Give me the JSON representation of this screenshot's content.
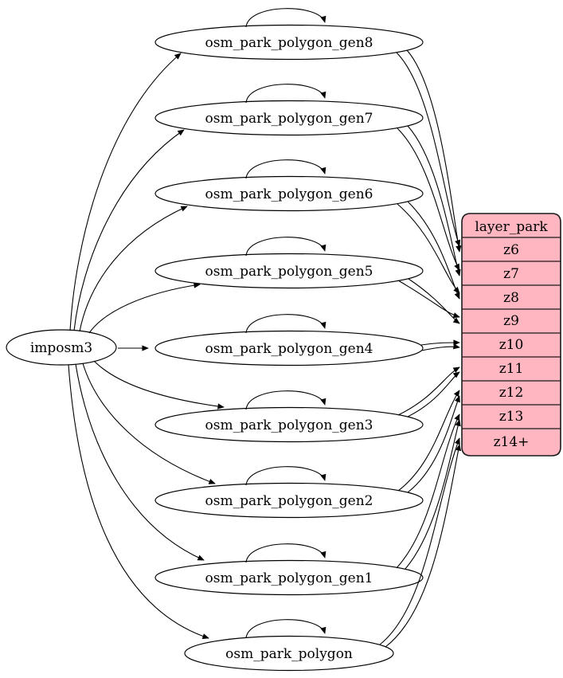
{
  "diagram": {
    "type": "etl-graph",
    "colors": {
      "background": "#ffffff",
      "node_fill": "#ffffff",
      "node_stroke": "#000000",
      "edge_color": "#000000",
      "layer_table_fill": "#ffb6c1"
    },
    "source_node": "imposm3",
    "table_nodes": [
      "osm_park_polygon_gen8",
      "osm_park_polygon_gen7",
      "osm_park_polygon_gen6",
      "osm_park_polygon_gen5",
      "osm_park_polygon_gen4",
      "osm_park_polygon_gen3",
      "osm_park_polygon_gen2",
      "osm_park_polygon_gen1",
      "osm_park_polygon"
    ],
    "layer_table": {
      "title": "layer_park",
      "rows": [
        "z6",
        "z7",
        "z8",
        "z9",
        "z10",
        "z11",
        "z12",
        "z13",
        "z14+"
      ]
    },
    "edges": {
      "from_source": [
        {
          "from": "imposm3",
          "to": "osm_park_polygon_gen8"
        },
        {
          "from": "imposm3",
          "to": "osm_park_polygon_gen7"
        },
        {
          "from": "imposm3",
          "to": "osm_park_polygon_gen6"
        },
        {
          "from": "imposm3",
          "to": "osm_park_polygon_gen5"
        },
        {
          "from": "imposm3",
          "to": "osm_park_polygon_gen4"
        },
        {
          "from": "imposm3",
          "to": "osm_park_polygon_gen3"
        },
        {
          "from": "imposm3",
          "to": "osm_park_polygon_gen2"
        },
        {
          "from": "imposm3",
          "to": "osm_park_polygon_gen1"
        },
        {
          "from": "imposm3",
          "to": "osm_park_polygon"
        }
      ],
      "table_to_layer": [
        {
          "from": "osm_park_polygon_gen8",
          "to": "layer_park:z6",
          "parallel_edges": 2
        },
        {
          "from": "osm_park_polygon_gen7",
          "to": "layer_park:z7",
          "parallel_edges": 2
        },
        {
          "from": "osm_park_polygon_gen6",
          "to": "layer_park:z8",
          "parallel_edges": 2
        },
        {
          "from": "osm_park_polygon_gen5",
          "to": "layer_park:z9",
          "parallel_edges": 2
        },
        {
          "from": "osm_park_polygon_gen4",
          "to": "layer_park:z10",
          "parallel_edges": 2
        },
        {
          "from": "osm_park_polygon_gen3",
          "to": "layer_park:z11",
          "parallel_edges": 2
        },
        {
          "from": "osm_park_polygon_gen2",
          "to": "layer_park:z12",
          "parallel_edges": 2
        },
        {
          "from": "osm_park_polygon_gen1",
          "to": "layer_park:z13",
          "parallel_edges": 2
        },
        {
          "from": "osm_park_polygon",
          "to": "layer_park:z14+",
          "parallel_edges": 2
        }
      ],
      "self_loops": [
        "osm_park_polygon_gen8",
        "osm_park_polygon_gen7",
        "osm_park_polygon_gen6",
        "osm_park_polygon_gen5",
        "osm_park_polygon_gen4",
        "osm_park_polygon_gen3",
        "osm_park_polygon_gen2",
        "osm_park_polygon_gen1",
        "osm_park_polygon"
      ]
    }
  }
}
